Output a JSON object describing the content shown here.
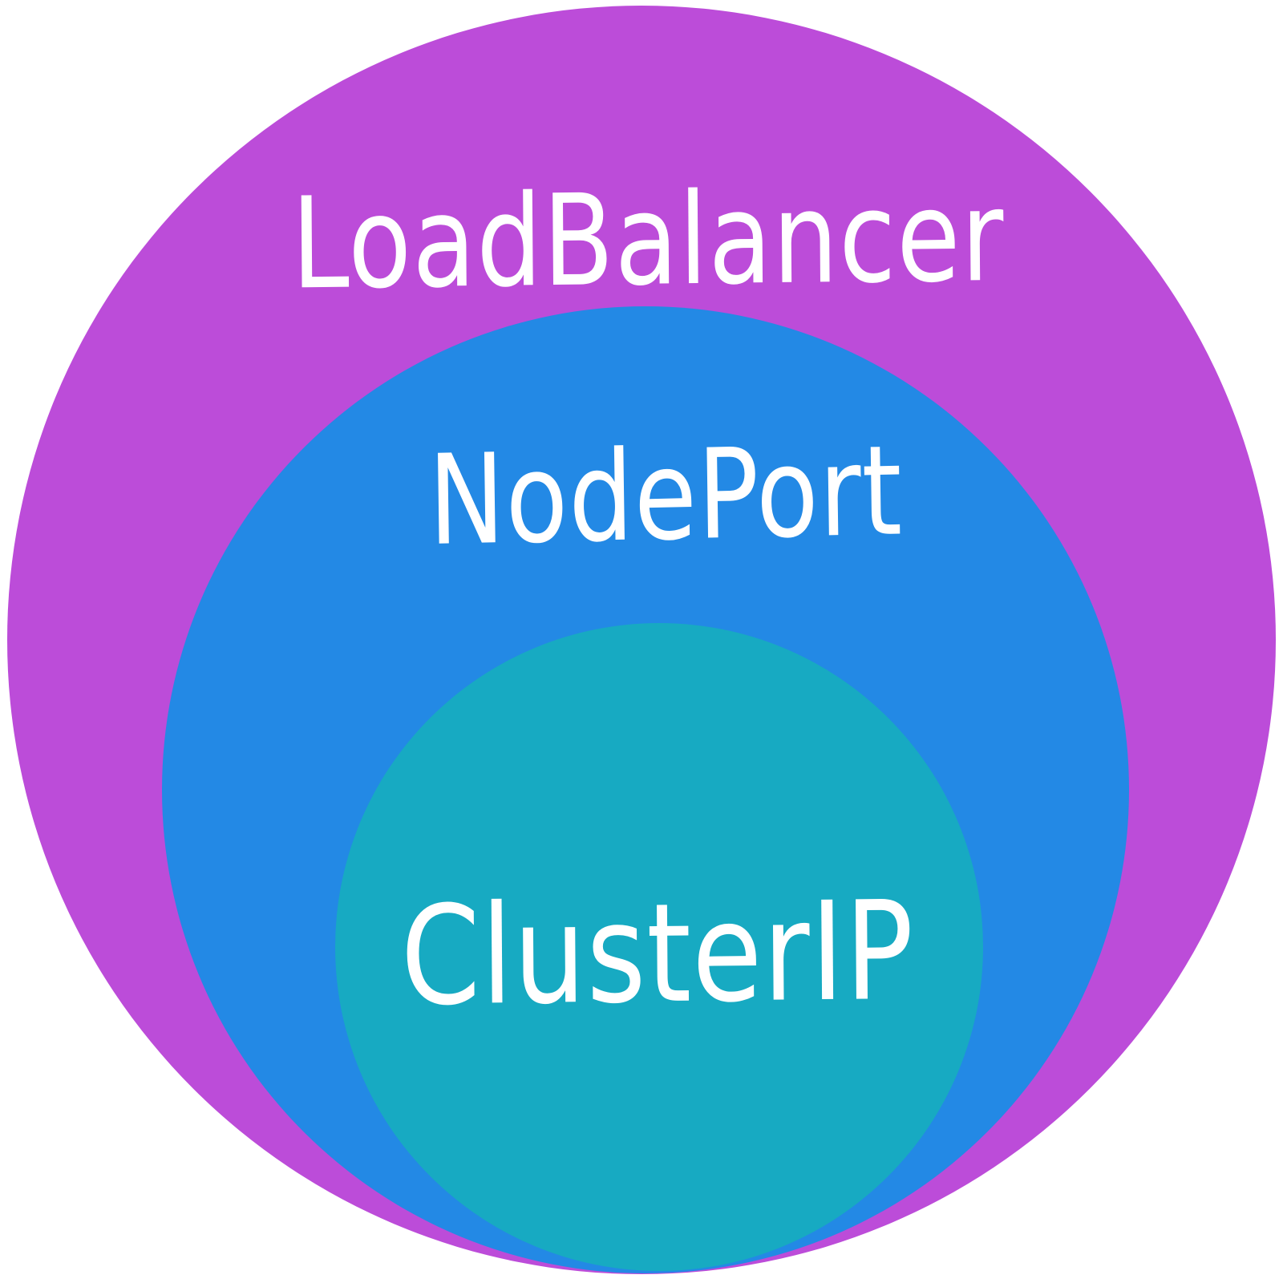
{
  "diagram": {
    "type": "nested-circles",
    "background_color": "#ffffff",
    "label_color": "#ffffff",
    "rings": [
      {
        "label": "LoadBalancer",
        "color": "#bc4cd9",
        "level": "outer"
      },
      {
        "label": "NodePort",
        "color": "#2389e5",
        "level": "middle"
      },
      {
        "label": "ClusterIP",
        "color": "#17aac2",
        "level": "inner"
      }
    ]
  }
}
